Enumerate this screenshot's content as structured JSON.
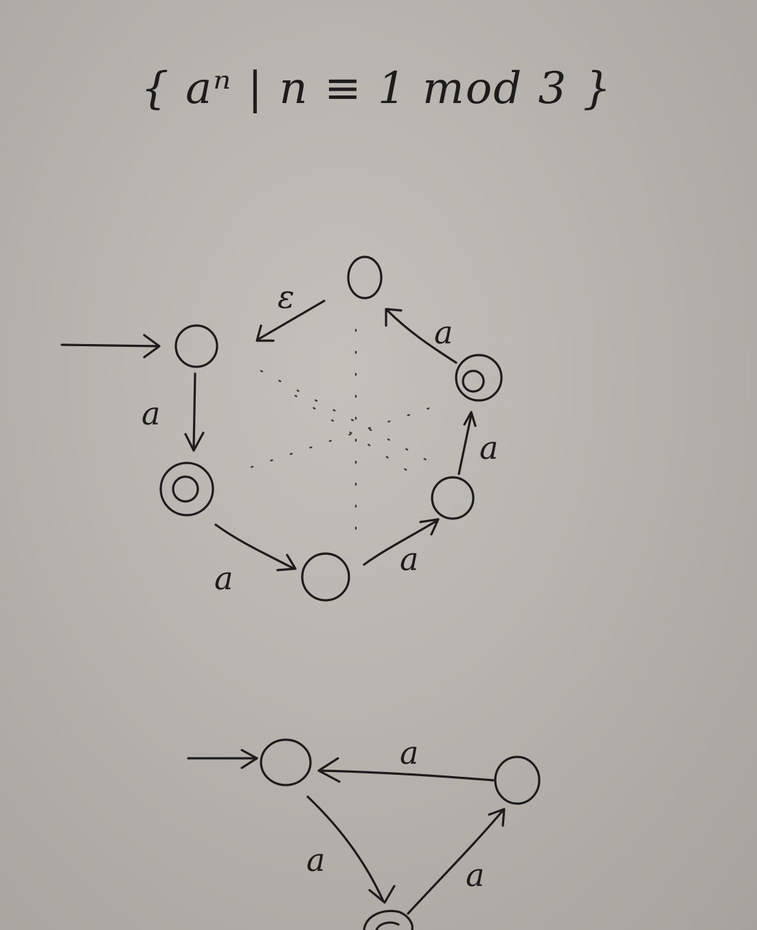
{
  "title": "{ aⁿ | n ≡ 1 mod 3 }",
  "diagram_top": {
    "start_marker": "→",
    "edge_labels": [
      "ε",
      "a",
      "a",
      "a",
      "a",
      "a"
    ]
  },
  "diagram_bottom": {
    "start_marker": "→",
    "edge_labels": [
      "a",
      "a",
      "a"
    ]
  },
  "colors": {
    "paper": "#b9b5b0",
    "ink": "#1c1c1c"
  }
}
